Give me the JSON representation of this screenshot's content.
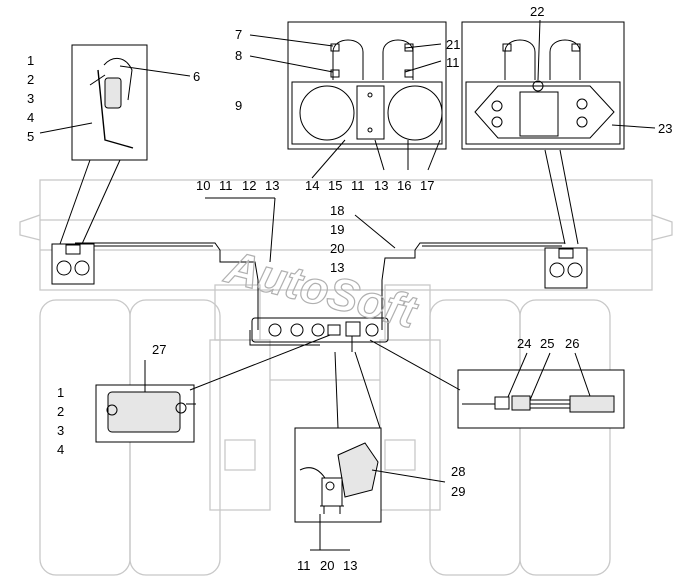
{
  "watermark": "AutoSoft",
  "colors": {
    "line": "#000000",
    "ghost": "#c8c8c8",
    "fill": "#ffffff",
    "component": "#e6e6e6"
  },
  "callouts": {
    "c1": "1",
    "c2": "2",
    "c3": "3",
    "c4": "4",
    "c5": "5",
    "c6": "6",
    "c7": "7",
    "c8": "8",
    "c9": "9",
    "c10": "10",
    "c11": "11",
    "c12": "12",
    "c13": "13",
    "c14": "14",
    "c15": "15",
    "c16": "16",
    "c17": "17",
    "c18": "18",
    "c19": "19",
    "c20": "20",
    "c21": "21",
    "c22": "22",
    "c23": "23",
    "c24": "24",
    "c25": "25",
    "c26": "26",
    "c27": "27",
    "c28": "28",
    "c29": "29"
  }
}
